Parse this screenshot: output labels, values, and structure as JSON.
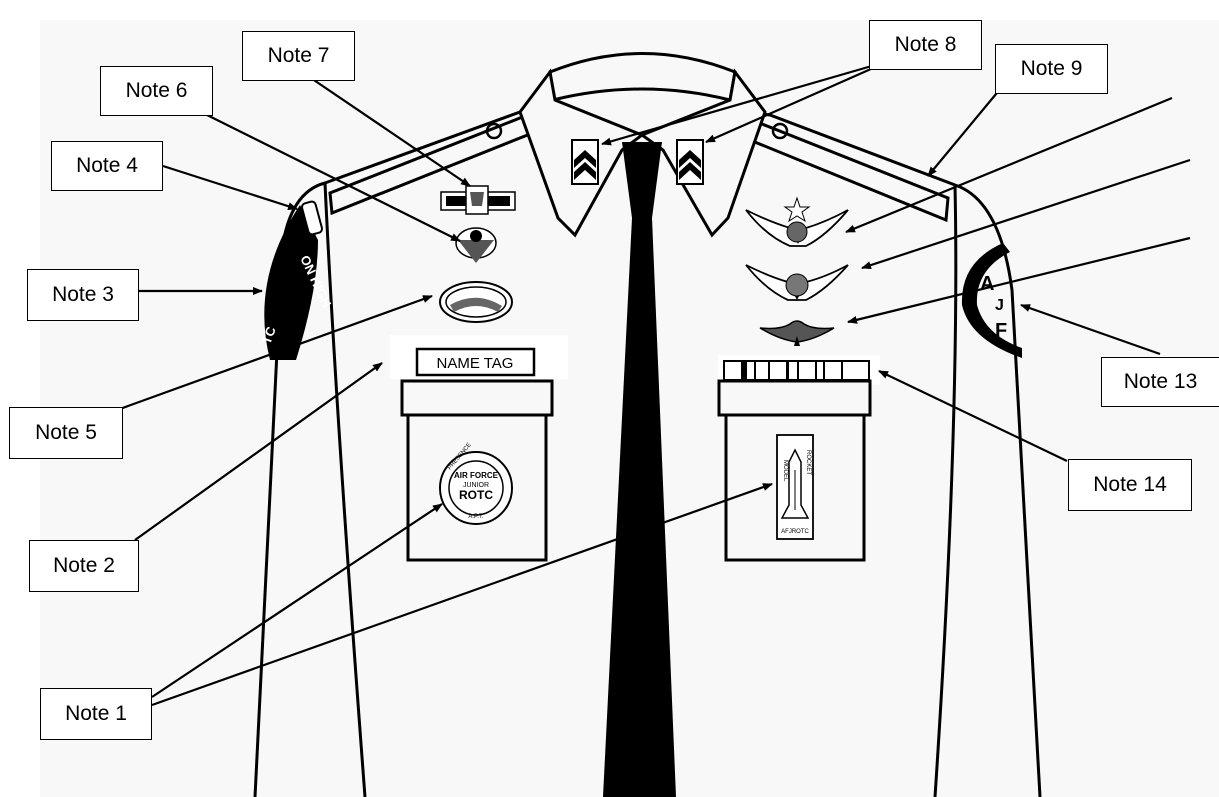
{
  "notes": {
    "n1": "Note 1",
    "n2": "Note 2",
    "n3": "Note 3",
    "n4": "Note 4",
    "n5": "Note 5",
    "n6": "Note 6",
    "n7": "Note 7",
    "n8": "Note 8",
    "n9": "Note 9",
    "n13": "Note 13",
    "n14": "Note 14"
  },
  "name_tag": "NAME TAG",
  "sleeve_patch_left": {
    "line1": "ON HIGH",
    "line2": "TC"
  },
  "sleeve_patch_right": {
    "line1": "A",
    "line2": "J",
    "line3": "F"
  },
  "pocket_patch_left": {
    "ring": "PRESENCE",
    "line1": "AIR FORCE",
    "line2": "JUNIOR",
    "line3": "ROTC",
    "line4": "A.P.T."
  },
  "pocket_patch_right": {
    "left": "MODEL",
    "right": "ROCKET",
    "bottom": "AFJROTC"
  },
  "colors": {
    "line": "#000000",
    "shirt": "#f8f8f8",
    "background": "#ffffff",
    "insignia_fill": "#444444"
  }
}
